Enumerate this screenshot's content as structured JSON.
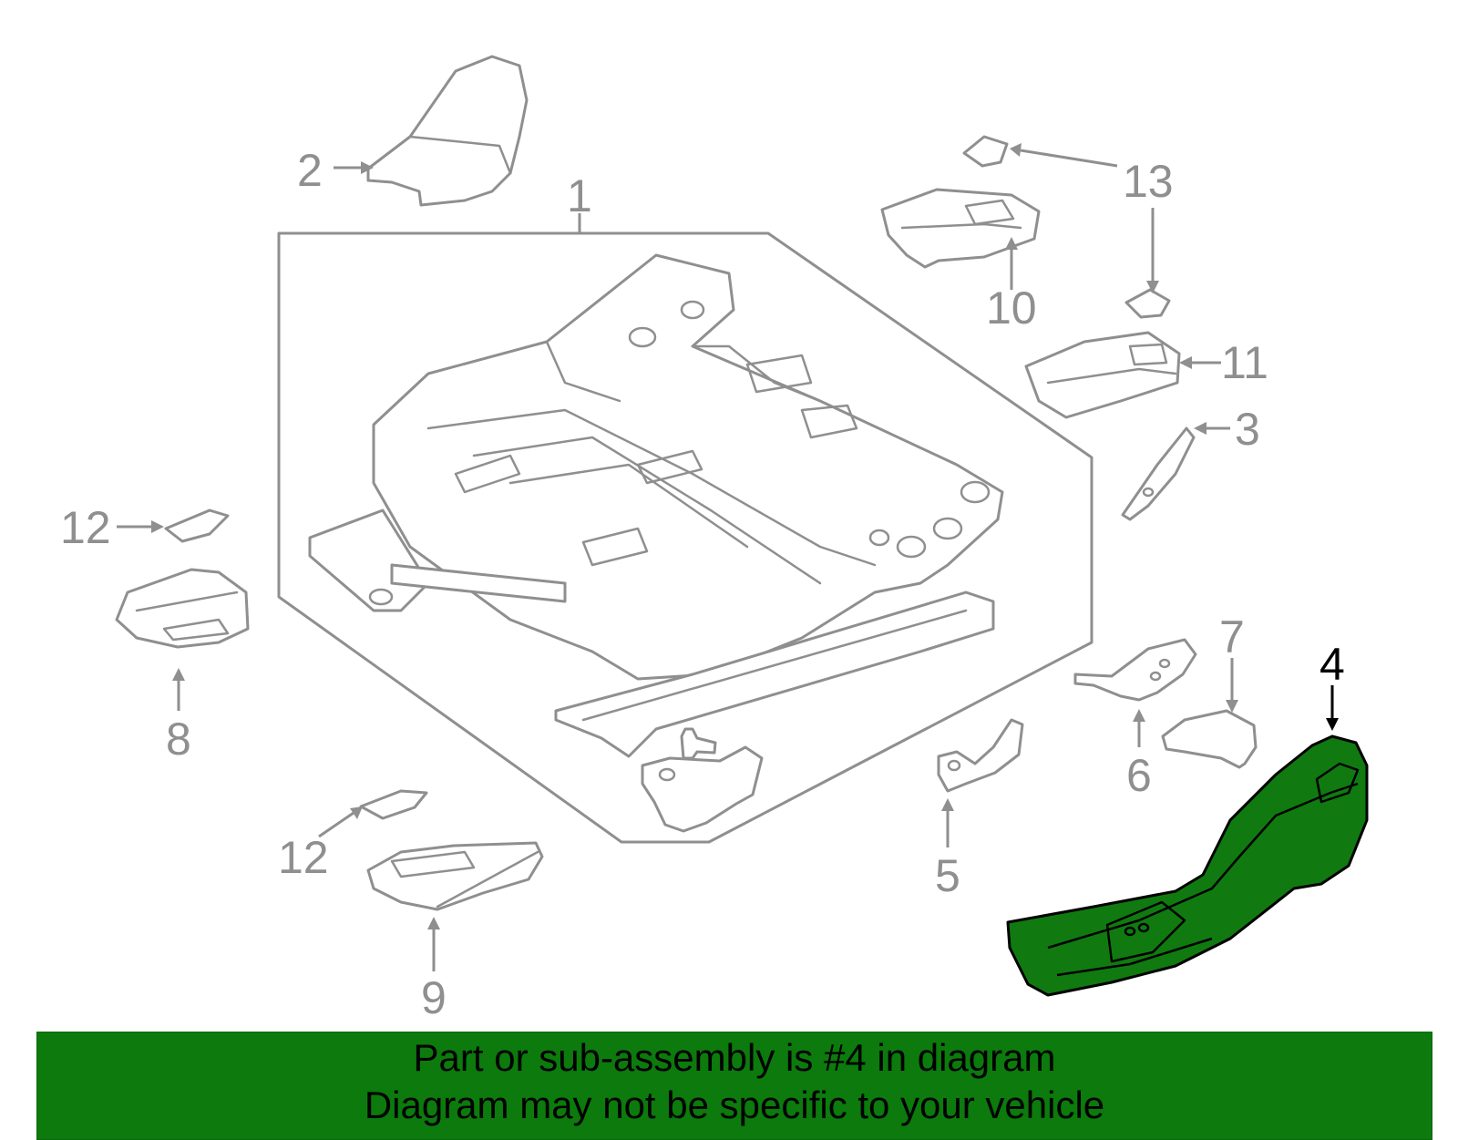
{
  "callouts": {
    "c1": "1",
    "c2": "2",
    "c3": "3",
    "c4": "4",
    "c5": "5",
    "c6": "6",
    "c7": "7",
    "c8": "8",
    "c9": "9",
    "c10": "10",
    "c11": "11",
    "c12a": "12",
    "c12b": "12",
    "c13": "13"
  },
  "highlight": {
    "part_number": "4",
    "fill_color": "#107a10",
    "outline_color": "#000000"
  },
  "colors": {
    "line_art": "#8f8f8f",
    "banner": "#0c7a0c"
  },
  "banner": {
    "line1": "Part or sub-assembly is #4 in diagram",
    "line2": "Diagram may not be specific to your vehicle"
  }
}
